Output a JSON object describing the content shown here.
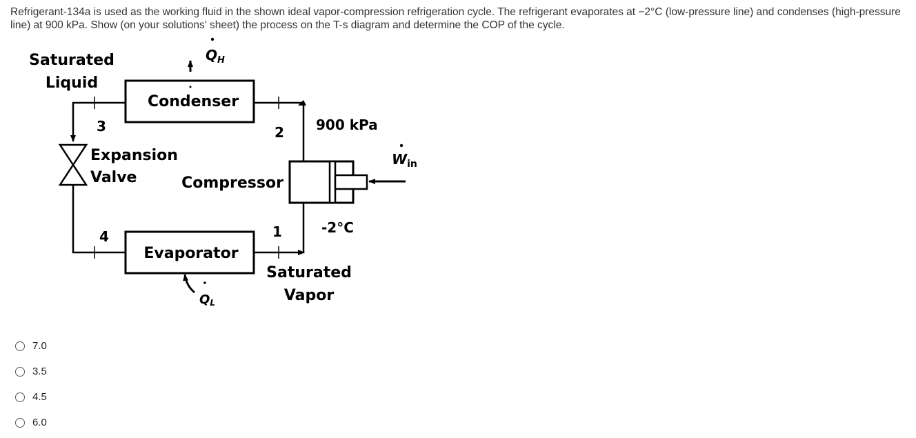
{
  "question": {
    "text": "Refrigerant-134a is used as the working fluid in the shown ideal vapor-compression refrigeration cycle.  The refrigerant evaporates at −2°C (low-pressure line) and condenses (high-pressure line) at 900 kPa.  Show (on your solutions' sheet) the process on the T-s diagram and determine the COP of the cycle."
  },
  "diagram": {
    "saturated_liquid_line1": "Saturated",
    "saturated_liquid_line2": "Liquid",
    "qh_label": "Q",
    "qh_sub": "H",
    "condenser": "Condenser",
    "state3": "3",
    "state2": "2",
    "pressure": "900 kPa",
    "expansion_line1": "Expansion",
    "expansion_line2": "Valve",
    "compressor": "Compressor",
    "win_label": "W",
    "win_sub": "in",
    "state4": "4",
    "state1": "1",
    "temperature": "-2°C",
    "evaporator": "Evaporator",
    "saturated_vapor_line1": "Saturated",
    "saturated_vapor_line2": "Vapor",
    "ql_label": "Q",
    "ql_sub": "L"
  },
  "options": [
    {
      "label": "7.0"
    },
    {
      "label": "3.5"
    },
    {
      "label": "4.5"
    },
    {
      "label": "6.0"
    }
  ]
}
